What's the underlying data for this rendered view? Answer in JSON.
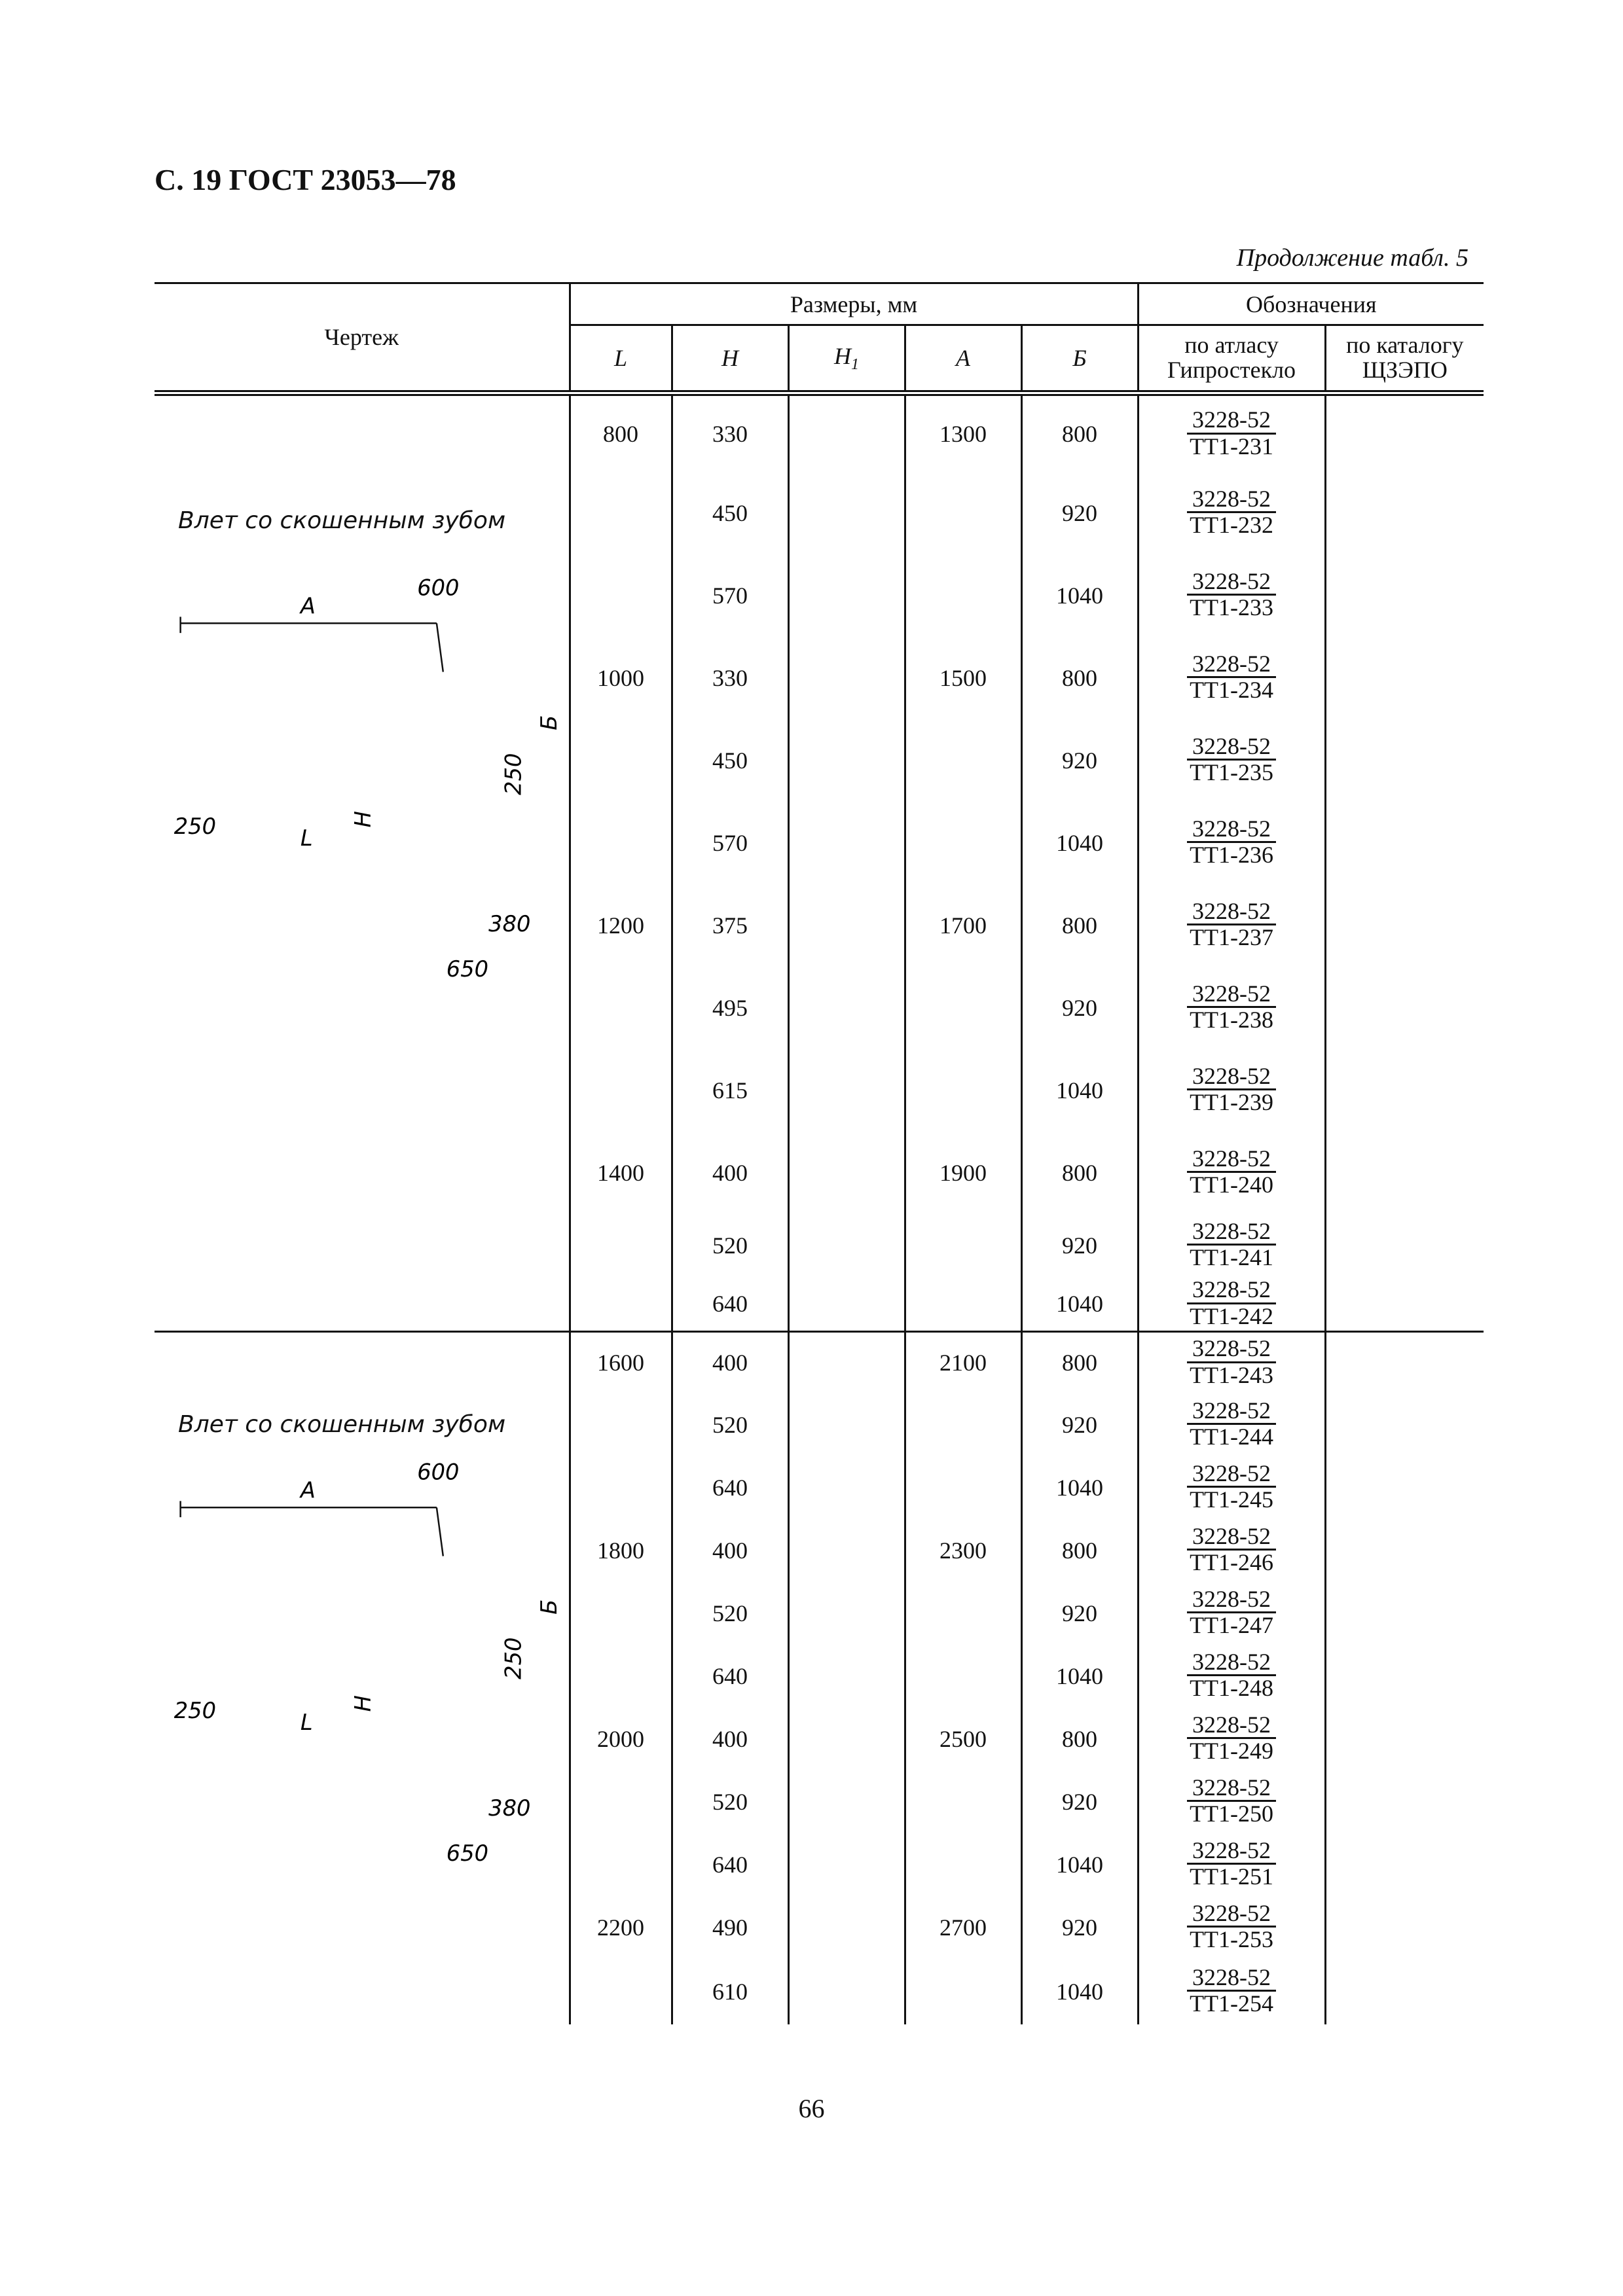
{
  "header": {
    "title": "С. 19 ГОСТ 23053—78",
    "continuation": "Продолжение табл. 5"
  },
  "table": {
    "col_drawing": "Чертеж",
    "group_sizes": "Размеры, мм",
    "group_designations": "Обозначения",
    "cols": [
      "L",
      "H",
      "H",
      "A",
      "Б"
    ],
    "h1_subscript": "1",
    "col_atlas": "по атласу Гипростекло",
    "col_catalog": "по каталогу ЩЗЭПО"
  },
  "sections": [
    {
      "caption": "Влет со скошенным зубом",
      "dims": {
        "a": "A",
        "d600": "600",
        "b": "Б",
        "d250": "250",
        "h": "H",
        "d250b": "250",
        "l": "L",
        "d380": "380",
        "d650": "650"
      },
      "rows": [
        {
          "L": "800",
          "H": "330",
          "A": "1300",
          "B": "800",
          "num": "3228-52",
          "den": "ТТ1-231"
        },
        {
          "L": "",
          "H": "450",
          "A": "",
          "B": "920",
          "num": "3228-52",
          "den": "ТТ1-232"
        },
        {
          "L": "",
          "H": "570",
          "A": "",
          "B": "1040",
          "num": "3228-52",
          "den": "ТТ1-233"
        },
        {
          "L": "1000",
          "H": "330",
          "A": "1500",
          "B": "800",
          "num": "3228-52",
          "den": "ТТ1-234"
        },
        {
          "L": "",
          "H": "450",
          "A": "",
          "B": "920",
          "num": "3228-52",
          "den": "ТТ1-235"
        },
        {
          "L": "",
          "H": "570",
          "A": "",
          "B": "1040",
          "num": "3228-52",
          "den": "ТТ1-236"
        },
        {
          "L": "1200",
          "H": "375",
          "A": "1700",
          "B": "800",
          "num": "3228-52",
          "den": "ТТ1-237"
        },
        {
          "L": "",
          "H": "495",
          "A": "",
          "B": "920",
          "num": "3228-52",
          "den": "ТТ1-238"
        },
        {
          "L": "",
          "H": "615",
          "A": "",
          "B": "1040",
          "num": "3228-52",
          "den": "ТТ1-239"
        },
        {
          "L": "1400",
          "H": "400",
          "A": "1900",
          "B": "800",
          "num": "3228-52",
          "den": "ТТ1-240"
        },
        {
          "L": "",
          "H": "520",
          "A": "",
          "B": "920",
          "num": "3228-52",
          "den": "ТТ1-241"
        },
        {
          "L": "",
          "H": "640",
          "A": "",
          "B": "1040",
          "num": "3228-52",
          "den": "ТТ1-242"
        }
      ]
    },
    {
      "caption": "Влет со скошенным зубом",
      "dims": {
        "a": "A",
        "d600": "600",
        "b": "Б",
        "d250": "250",
        "h": "H",
        "d250b": "250",
        "l": "L",
        "d380": "380",
        "d650": "650"
      },
      "rows": [
        {
          "L": "1600",
          "H": "400",
          "A": "2100",
          "B": "800",
          "num": "3228-52",
          "den": "ТТ1-243"
        },
        {
          "L": "",
          "H": "520",
          "A": "",
          "B": "920",
          "num": "3228-52",
          "den": "ТТ1-244"
        },
        {
          "L": "",
          "H": "640",
          "A": "",
          "B": "1040",
          "num": "3228-52",
          "den": "ТТ1-245"
        },
        {
          "L": "1800",
          "H": "400",
          "A": "2300",
          "B": "800",
          "num": "3228-52",
          "den": "ТТ1-246"
        },
        {
          "L": "",
          "H": "520",
          "A": "",
          "B": "920",
          "num": "3228-52",
          "den": "ТТ1-247"
        },
        {
          "L": "",
          "H": "640",
          "A": "",
          "B": "1040",
          "num": "3228-52",
          "den": "ТТ1-248"
        },
        {
          "L": "2000",
          "H": "400",
          "A": "2500",
          "B": "800",
          "num": "3228-52",
          "den": "ТТ1-249"
        },
        {
          "L": "",
          "H": "520",
          "A": "",
          "B": "920",
          "num": "3228-52",
          "den": "ТТ1-250"
        },
        {
          "L": "",
          "H": "640",
          "A": "",
          "B": "1040",
          "num": "3228-52",
          "den": "ТТ1-251"
        },
        {
          "L": "2200",
          "H": "490",
          "A": "2700",
          "B": "920",
          "num": "3228-52",
          "den": "ТТ1-253"
        },
        {
          "L": "",
          "H": "610",
          "A": "",
          "B": "1040",
          "num": "3228-52",
          "den": "ТТ1-254"
        }
      ]
    }
  ],
  "footer": {
    "page_number": "66"
  }
}
